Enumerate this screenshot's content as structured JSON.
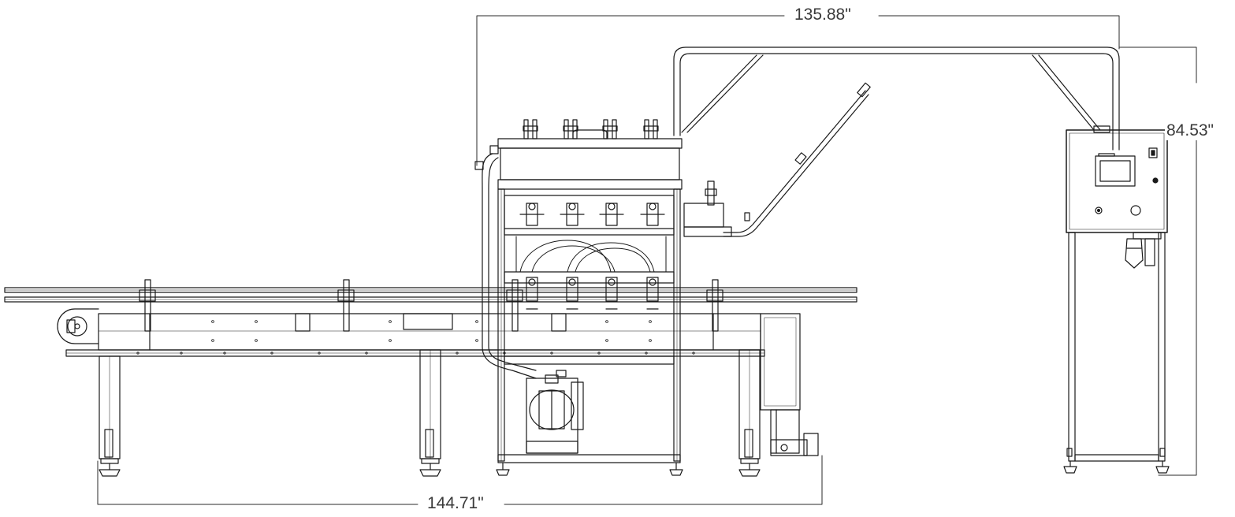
{
  "diagram": {
    "dimensions": {
      "overall_width": "135.88\"",
      "overall_height": "84.53\"",
      "conveyor_length": "144.71\""
    },
    "colors": {
      "line": "#1a1a1a",
      "dimension_line": "#2a2a2a",
      "background": "#ffffff"
    }
  }
}
